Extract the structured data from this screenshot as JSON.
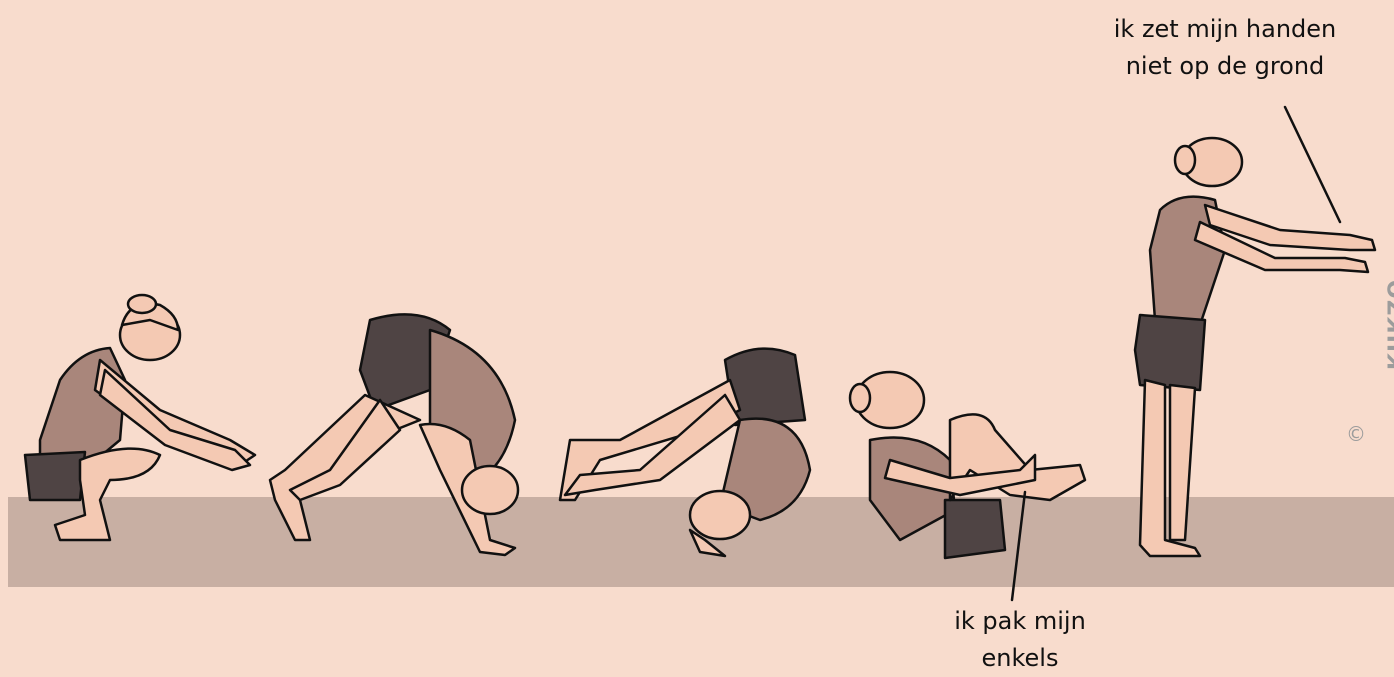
{
  "captions": {
    "hands_line1": "ik zet mijn handen",
    "hands_line2": "niet op de grond",
    "ankles_line1": "ik pak mijn",
    "ankles_line2": "enkels"
  },
  "watermark": {
    "copyright": "©",
    "brand": "KIJKZO"
  },
  "colors": {
    "background": "#f8dccd",
    "mat": "#c8afa3",
    "skin": "#f4c9b3",
    "leotard": "#a9867b",
    "shorts": "#4f4444",
    "outline": "#111111"
  }
}
